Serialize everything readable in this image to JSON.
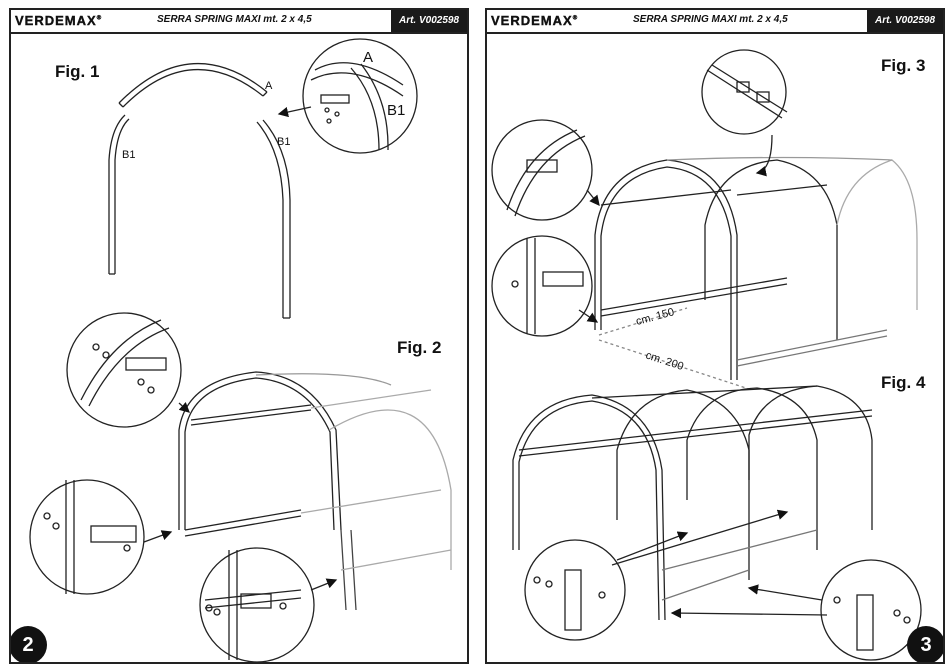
{
  "header": {
    "logo": "VERDEMAX",
    "title": "SERRA SPRING MAXI mt. 2 x 4,5",
    "article": "Art. V002598"
  },
  "left_page": {
    "page_number": "2",
    "fig1": {
      "label": "Fig. 1",
      "part_a": "A",
      "part_b1_left": "B1",
      "part_b1_right": "B1",
      "detail_a": "A",
      "detail_b1": "B1"
    },
    "fig2": {
      "label": "Fig. 2"
    }
  },
  "right_page": {
    "page_number": "3",
    "fig3": {
      "label": "Fig. 3",
      "dim_width": "cm. 150",
      "dim_length": "cm. 200"
    },
    "fig4": {
      "label": "Fig. 4"
    }
  }
}
